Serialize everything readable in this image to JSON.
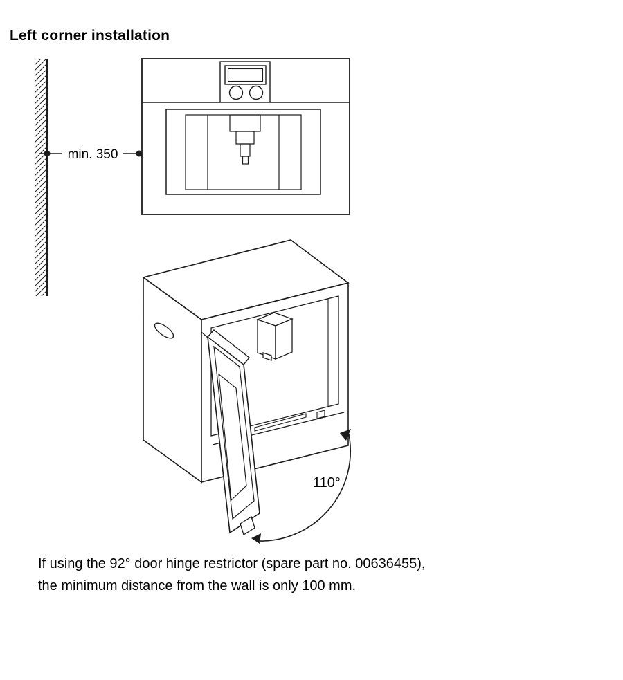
{
  "page": {
    "title": "Left corner installation",
    "ink_color": "#1c1c1c",
    "background_color": "#ffffff"
  },
  "diagram": {
    "dimension_label": "min. 350",
    "angle_label": "110°"
  },
  "note": {
    "line1": "If using the 92° door hinge restrictor (spare part no. 00636455),",
    "line2": "the minimum distance from the wall is only 100 mm."
  }
}
